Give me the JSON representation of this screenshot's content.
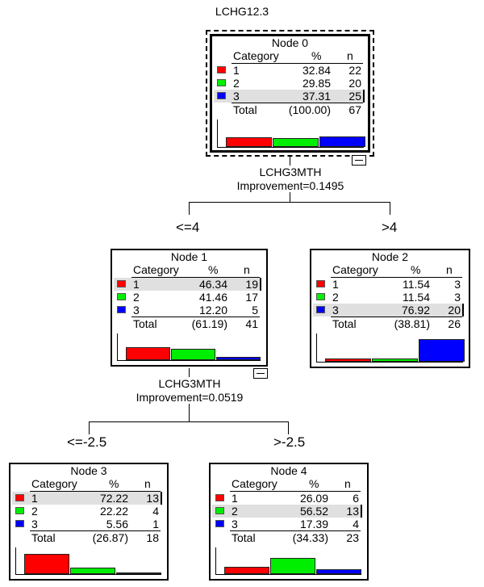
{
  "target_variable": "LCHG12.3",
  "colors": {
    "1": "#ff0000",
    "2": "#00ee00",
    "3": "#0000ff"
  },
  "table_header": {
    "category": "Category",
    "pct": "%",
    "n": "n",
    "total": "Total"
  },
  "nodes": [
    {
      "title": "Node 0",
      "rows": [
        {
          "cat": "1",
          "pct": "32.84",
          "n": "22"
        },
        {
          "cat": "2",
          "pct": "29.85",
          "n": "20"
        },
        {
          "cat": "3",
          "pct": "37.31",
          "n": "25"
        }
      ],
      "total_pct": "(100.00)",
      "total_n": "67",
      "highlight": 2,
      "bar_fractions": [
        0.3284,
        0.2985,
        0.3731
      ]
    },
    {
      "title": "Node 1",
      "rows": [
        {
          "cat": "1",
          "pct": "46.34",
          "n": "19"
        },
        {
          "cat": "2",
          "pct": "41.46",
          "n": "17"
        },
        {
          "cat": "3",
          "pct": "12.20",
          "n": "5"
        }
      ],
      "total_pct": "(61.19)",
      "total_n": "41",
      "highlight": 0,
      "bar_fractions": [
        0.4634,
        0.4146,
        0.122
      ]
    },
    {
      "title": "Node 2",
      "rows": [
        {
          "cat": "1",
          "pct": "11.54",
          "n": "3"
        },
        {
          "cat": "2",
          "pct": "11.54",
          "n": "3"
        },
        {
          "cat": "3",
          "pct": "76.92",
          "n": "20"
        }
      ],
      "total_pct": "(38.81)",
      "total_n": "26",
      "highlight": 2,
      "bar_fractions": [
        0.1154,
        0.1154,
        0.7692
      ]
    },
    {
      "title": "Node 3",
      "rows": [
        {
          "cat": "1",
          "pct": "72.22",
          "n": "13"
        },
        {
          "cat": "2",
          "pct": "22.22",
          "n": "4"
        },
        {
          "cat": "3",
          "pct": "5.56",
          "n": "1"
        }
      ],
      "total_pct": "(26.87)",
      "total_n": "18",
      "highlight": 0,
      "bar_fractions": [
        0.7222,
        0.2222,
        0.0556
      ]
    },
    {
      "title": "Node 4",
      "rows": [
        {
          "cat": "1",
          "pct": "26.09",
          "n": "6"
        },
        {
          "cat": "2",
          "pct": "56.52",
          "n": "13"
        },
        {
          "cat": "3",
          "pct": "17.39",
          "n": "4"
        }
      ],
      "total_pct": "(34.33)",
      "total_n": "23",
      "highlight": 1,
      "bar_fractions": [
        0.2609,
        0.5652,
        0.1739
      ]
    }
  ],
  "splits": [
    {
      "variable": "LCHG3MTH",
      "improvement": "Improvement=0.1495",
      "left": "<=4",
      "right": ">4"
    },
    {
      "variable": "LCHG3MTH",
      "improvement": "Improvement=0.0519",
      "left": "<=-2.5",
      "right": ">-2.5"
    }
  ]
}
